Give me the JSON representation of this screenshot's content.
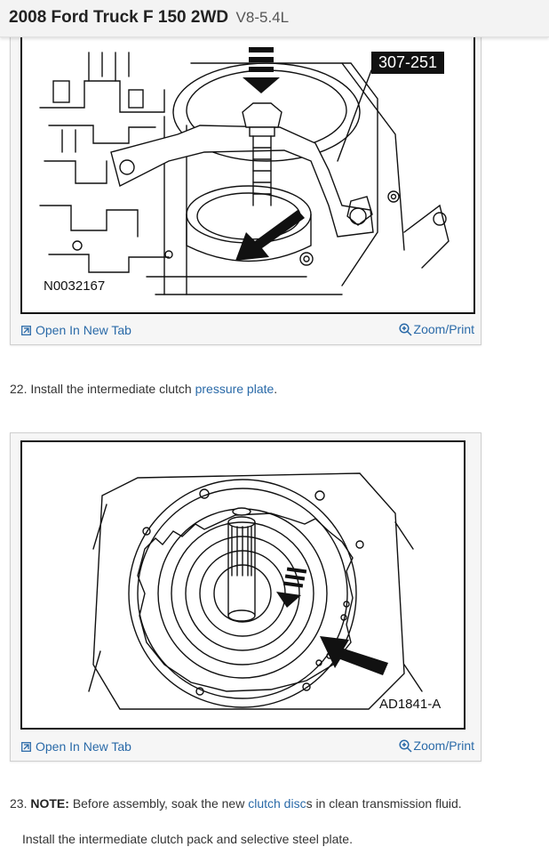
{
  "header": {
    "vehicle": "2008 Ford Truck F 150 2WD",
    "engine": "V8-5.4L"
  },
  "figures": [
    {
      "callout": "307-251",
      "code": "N0032167",
      "open_label": "Open In New Tab",
      "zoom_label": "Zoom/Print"
    },
    {
      "code": "AD1841-A",
      "open_label": "Open In New Tab",
      "zoom_label": "Zoom/Print"
    }
  ],
  "steps": [
    {
      "number": "22.",
      "text": "Install the intermediate clutch",
      "link": "pressure plate",
      "suffix": "."
    },
    {
      "number": "23.",
      "note_label": "NOTE:",
      "text": "Before assembly, soak the new",
      "link": "clutch disc",
      "suffix": "s in clean transmission fluid.",
      "subtext": "Install the intermediate clutch pack and selective steel plate."
    }
  ],
  "colors": {
    "link": "#2a6aa8",
    "header_bg": "#f3f3f3"
  },
  "icons": {
    "open": "open-new-tab-icon",
    "zoom": "zoom-magnifier-icon"
  }
}
